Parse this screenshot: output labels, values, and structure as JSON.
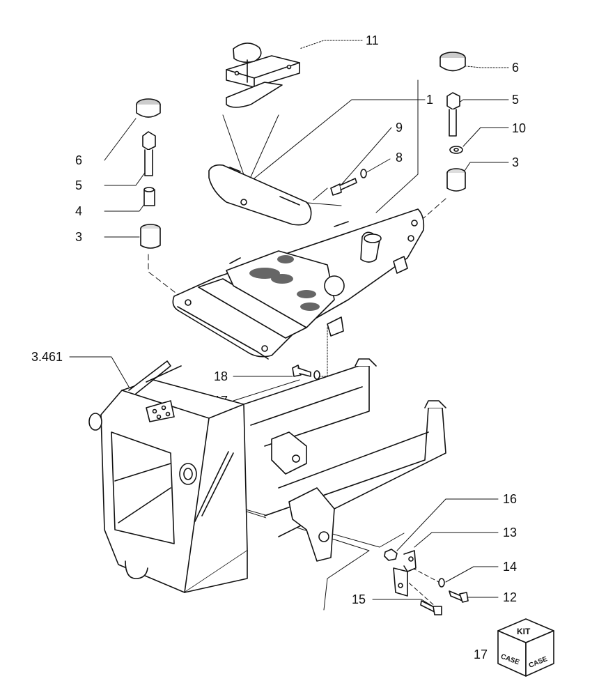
{
  "diagram": {
    "callouts": {
      "c11": "11",
      "c6_right": "6",
      "c1": "1",
      "c5_right": "5",
      "c9": "9",
      "c10": "10",
      "c8": "8",
      "c3_right": "3",
      "c6_left": "6",
      "c5_left": "5",
      "c4": "4",
      "c3_left": "3",
      "c3461": "3.461",
      "c18": "18",
      "c17": "17",
      "c16": "16",
      "c13": "13",
      "c14": "14",
      "c15": "15",
      "c12": "12",
      "c17_kit": "17"
    },
    "kit_box": {
      "top_label": "KIT",
      "side_left": "CASE",
      "side_right": "CASE"
    }
  }
}
